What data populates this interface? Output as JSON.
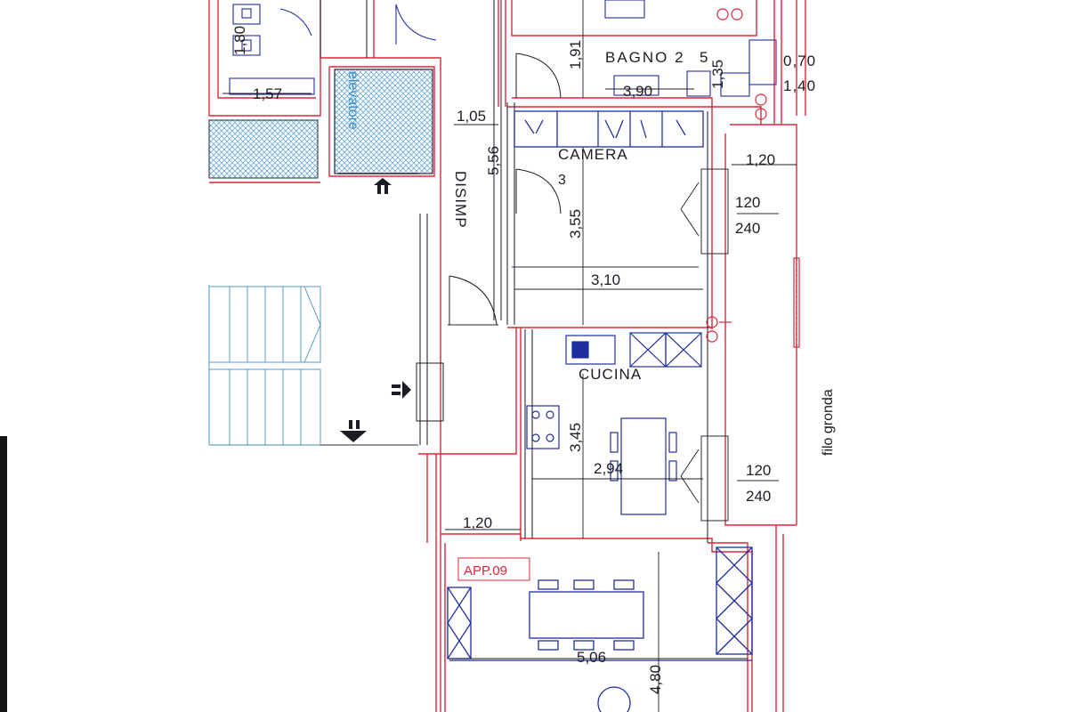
{
  "rooms": {
    "bagno": "BAGNO 2",
    "camera": "CAMERA",
    "camera_num": "3",
    "disimp": "DISIMP",
    "cucina": "CUCINA",
    "elevator": "elevatore"
  },
  "apartment_tag": "APP.09",
  "annotations": {
    "gronda": "filo gronda"
  },
  "dimensions": {
    "d_180": "1,80",
    "d_157": "1,57",
    "d_191": "1,91",
    "d_5": "5",
    "d_135": "1,35",
    "d_070": "0,70",
    "d_140": "1,40",
    "d_390": "3,90",
    "d_105": "1,05",
    "d_556": "5,56",
    "d_120a": "1,20",
    "d_355": "3,55",
    "d_310": "3,10",
    "d_345": "3,45",
    "d_294": "2,94",
    "d_120b": "1,20",
    "d_506": "5,06",
    "d_480": "4,80"
  },
  "windows": {
    "w1_top": "120",
    "w1_bottom": "240",
    "w2_top": "120",
    "w2_bottom": "240"
  },
  "colors": {
    "wall_red": "#d8283a",
    "furniture_blue": "#1f2f9e",
    "elevator_fill": "#3a8fd0",
    "dimension_ink": "#1c1c24"
  }
}
